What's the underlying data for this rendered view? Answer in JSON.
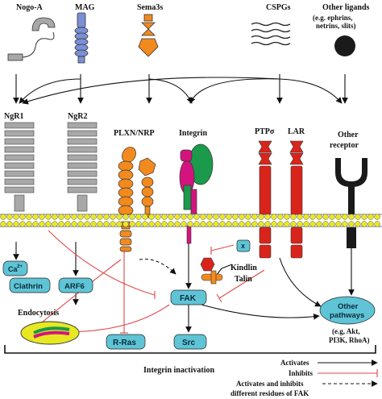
{
  "ligands": {
    "nogo_a": "Nogo-A",
    "mag": "MAG",
    "sema3s": "Sema3s",
    "cspgs": "CSPGs",
    "other_ligands": "Other ligands",
    "other_ligands_sub": "(e.g. ephrins, netrins, slits)"
  },
  "receptors": {
    "ngr1": "NgR1",
    "ngr2": "NgR2",
    "plxn_nrp": "PLXN/NRP",
    "integrin": "Integrin",
    "ptp_sigma": "PTPσ",
    "lar": "LAR",
    "other_receptor_1": "Other",
    "other_receptor_2": "receptor"
  },
  "nodes": {
    "ca": "Ca",
    "ca_sup": "2+",
    "clathrin": "Clathrin",
    "arf6": "ARF6",
    "endocytosis": "Endocytosis",
    "x": "x",
    "kindlin": "Kindlin",
    "talin": "Talin",
    "fak": "FAK",
    "r_ras": "R-Ras",
    "src": "Src",
    "other_pathways_1": "Other",
    "other_pathways_2": "pathways",
    "other_pathways_sub1": "(e.g, Akt,",
    "other_pathways_sub2": "PI3K, RhoA)",
    "integrin_inactivation": "Integrin inactivation"
  },
  "legend": {
    "activates": "Activates",
    "inhibits": "Inhibits",
    "activates_inhibits_1": "Activates and inhibits",
    "activates_inhibits_2": "different residues of FAK"
  },
  "colors": {
    "grey": "#a8a8a8",
    "blue_receptor": "#7b8fd6",
    "orange": "#f28a1e",
    "red": "#d9241c",
    "green": "#1a9a4a",
    "magenta": "#d4147e",
    "cyan": "#5fc4d6",
    "membrane": "#e8e822",
    "inhibit_line": "#e0484a"
  }
}
